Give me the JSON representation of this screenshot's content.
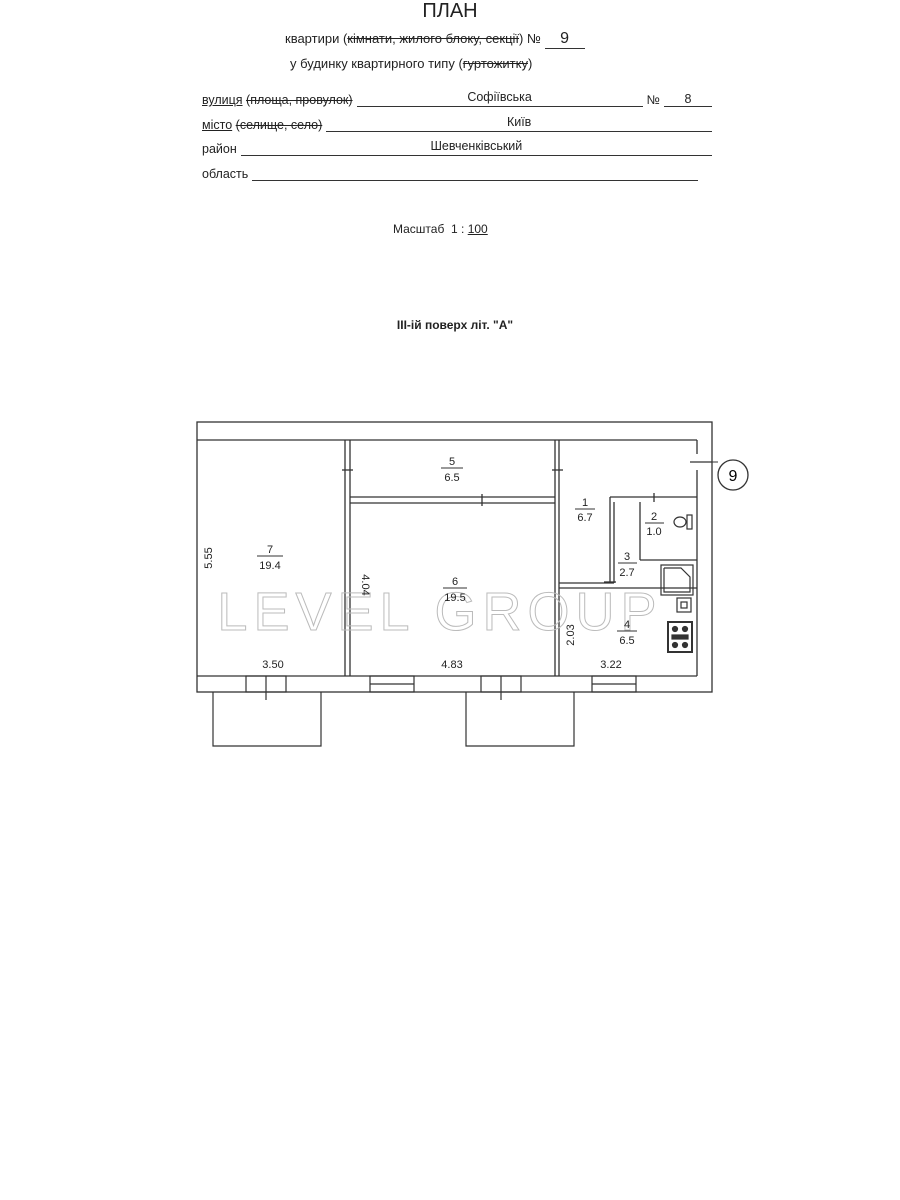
{
  "header": {
    "title": "ПЛАН",
    "apartment_prefix": "квартири (",
    "apartment_struck": "кімнати, жилого блоку, секції",
    "apartment_suffix": ") №",
    "apartment_number": "9",
    "building_prefix": "у будинку квартирного типу (",
    "building_struck": "гуртожитку",
    "building_suffix": ")"
  },
  "address": {
    "street_label": "вулиця",
    "street_struck": "(площа, провулок)",
    "street_value": "Софіївська",
    "house_label": "№",
    "house_value": "8",
    "city_label": "місто",
    "city_struck": "(селище, село)",
    "city_value": "Київ",
    "district_label": "район",
    "district_value": "Шевченківський",
    "region_label": "область",
    "region_value": ""
  },
  "scale": {
    "label": "Масштаб",
    "prefix": "1 :",
    "value": "100"
  },
  "floor_label": "ІІІ-ій поверх літ. \"А\"",
  "plan": {
    "apartment_marker": "9",
    "rooms": [
      {
        "number": "1",
        "area": "6.7"
      },
      {
        "number": "2",
        "area": "1.0"
      },
      {
        "number": "3",
        "area": "2.7"
      },
      {
        "number": "4",
        "area": "6.5"
      },
      {
        "number": "5",
        "area": "6.5"
      },
      {
        "number": "6",
        "area": "19.5"
      },
      {
        "number": "7",
        "area": "19.4"
      }
    ],
    "dimensions": {
      "room7_height": "5.55",
      "room6_height": "4.04",
      "room4_height": "2.03",
      "room7_width": "3.50",
      "room6_width": "4.83",
      "room4_width": "3.22"
    }
  },
  "watermark": "LEVEL GROUP"
}
